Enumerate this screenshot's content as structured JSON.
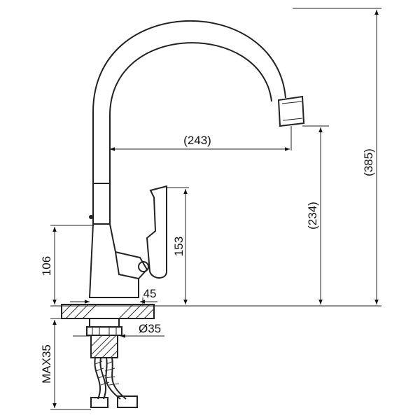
{
  "dimensions": {
    "spout_reach": "(243)",
    "outlet_height": "(234)",
    "total_height": "(385)",
    "handle_height": "153",
    "body_height": "106",
    "base_width": "45",
    "hole_diameter": "Ø35",
    "max_thickness": "MAX35"
  }
}
